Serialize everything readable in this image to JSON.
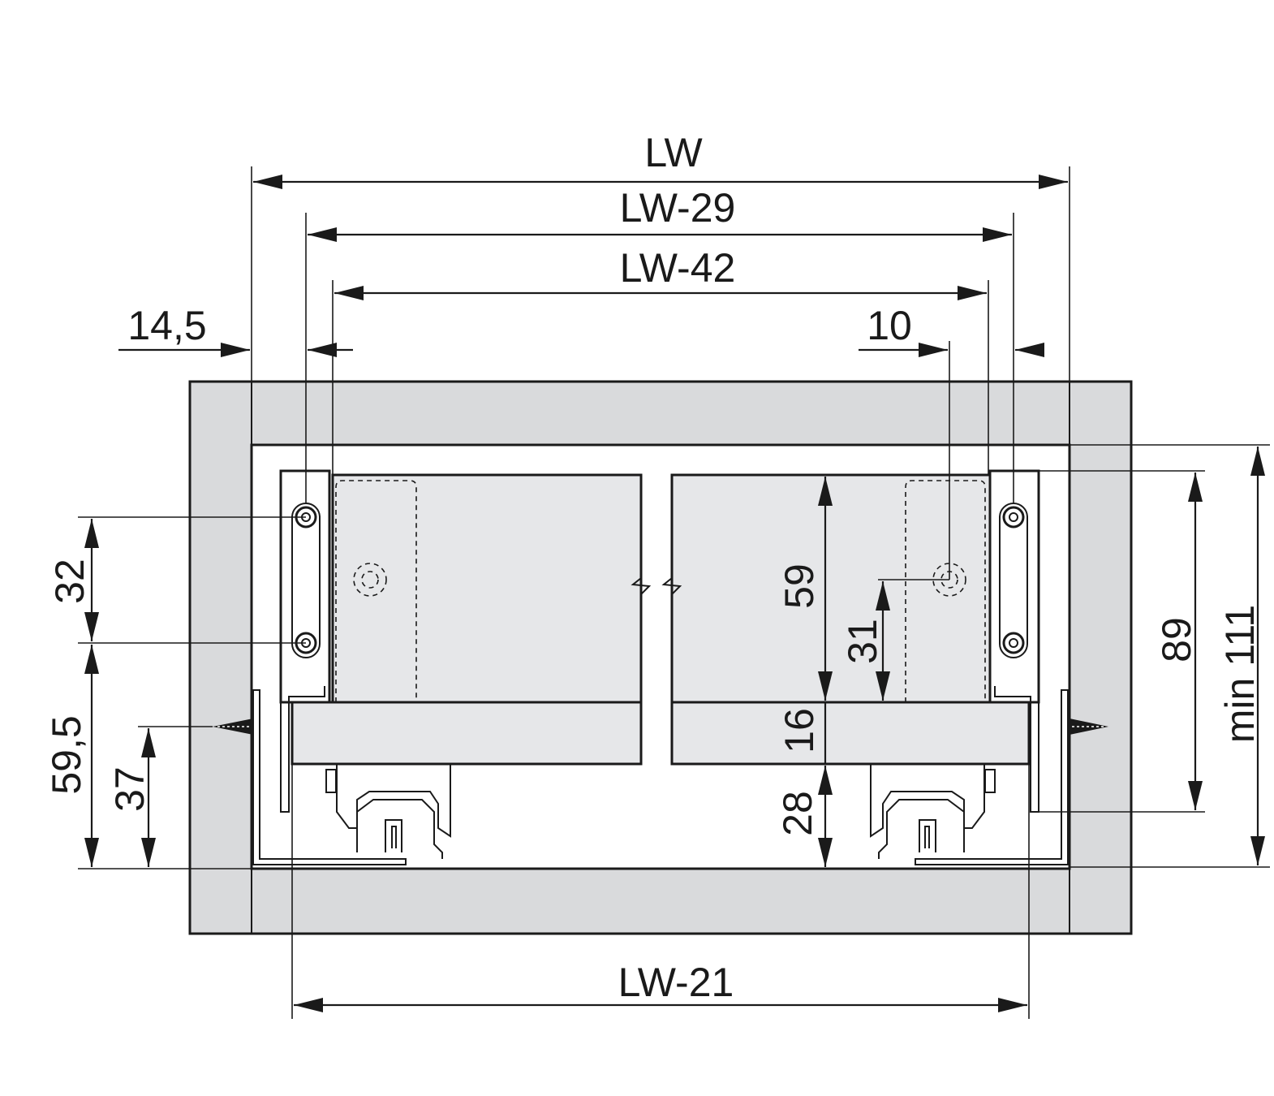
{
  "colors": {
    "line": "#1a1a1a",
    "cabinet": "#d9dadc",
    "drawer": "#e6e7e9",
    "background": "#ffffff"
  },
  "dimensions": {
    "lw": "LW",
    "lw_29": "LW-29",
    "lw_42": "LW-42",
    "lw_21": "LW-21",
    "d_14_5": "14,5",
    "d_10": "10",
    "d_32": "32",
    "d_59_5": "59,5",
    "d_37": "37",
    "d_59": "59",
    "d_31": "31",
    "d_16": "16",
    "d_28": "28",
    "d_89": "89",
    "d_min_111": "min 111"
  }
}
